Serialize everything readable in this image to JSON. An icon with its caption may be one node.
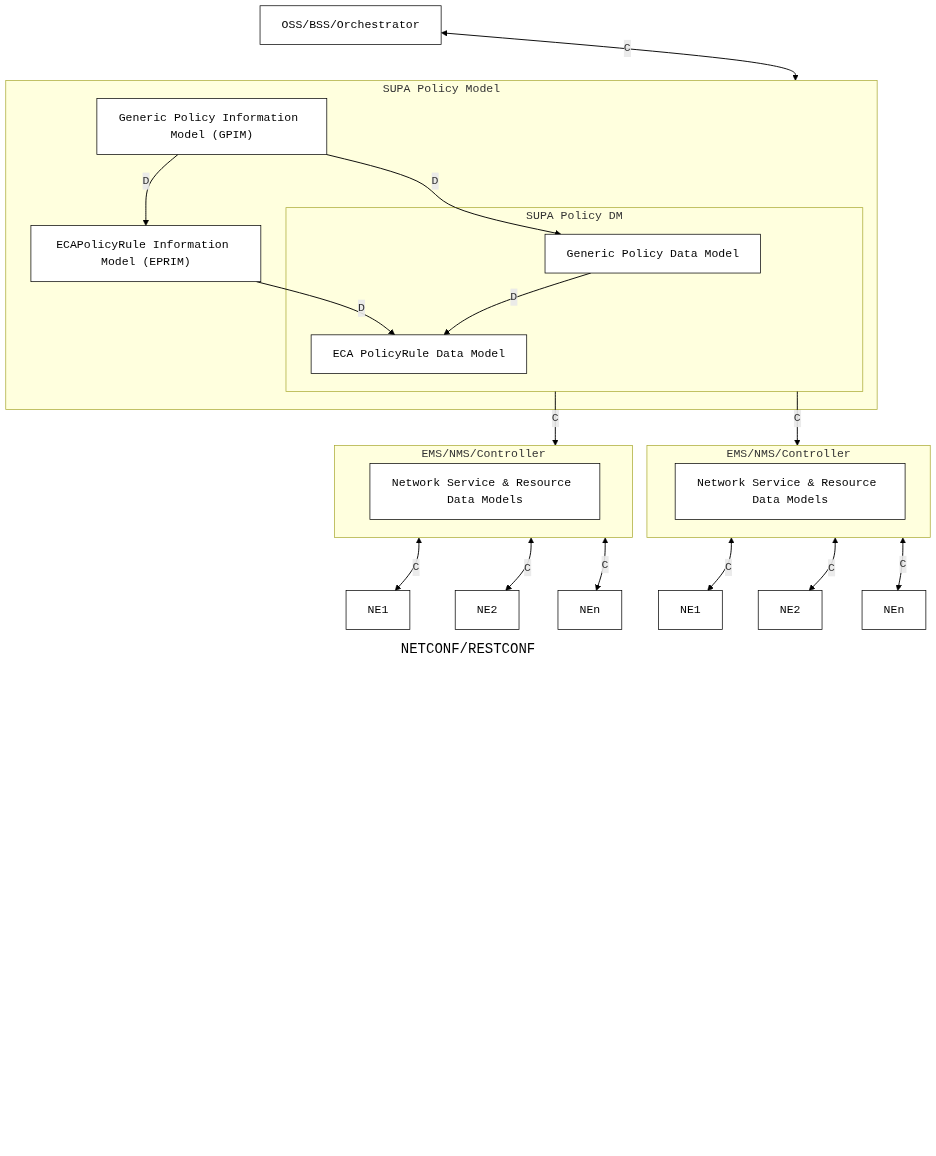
{
  "diagram": {
    "nodes": [
      {
        "text": [
          "OSS/BSS/Orchestrator"
        ]
      },
      {
        "text": [
          "SUPA Policy Model"
        ]
      },
      {
        "text": [
          "Generic Policy Information Model (GPIM)"
        ],
        "in": 1
      },
      {
        "text": [
          "ECAPolicyRule Information Model (EPRIM)"
        ],
        "in": 1
      },
      {
        "text": [
          "SUPA Policy DM"
        ],
        "in": 1
      },
      {
        "text": [
          "Generic Policy Data Model"
        ],
        "in": 4
      },
      {
        "text": [
          "ECA PolicyRule Data Model"
        ],
        "in": 4
      },
      {
        "text": [
          "EMS/NMS/Controller"
        ]
      },
      {
        "text": [
          "Network Service & Resource Data Models"
        ],
        "in": 7
      },
      {
        "text": [
          "EMS/NMS/Controller"
        ]
      },
      {
        "text": [
          "Network Service & Resource Data Models"
        ],
        "in": 9
      },
      {
        "text": [
          "NE1"
        ]
      },
      {
        "text": [
          "NE2"
        ]
      },
      {
        "text": [
          "NEn"
        ]
      },
      {
        "text": [
          "NE1"
        ]
      },
      {
        "text": [
          "NE2"
        ]
      },
      {
        "text": [
          "NEn"
        ]
      }
    ],
    "edges": [
      {
        "from": 0,
        "to": 1,
        "arrow": "both",
        "label": "C"
      },
      {
        "from": 2,
        "to": 3,
        "arrow": "to",
        "label": "D"
      },
      {
        "from": 2,
        "to": 5,
        "arrow": "to",
        "label": "D"
      },
      {
        "from": 3,
        "to": 6,
        "arrow": "to",
        "label": "D"
      },
      {
        "from": 5,
        "to": 6,
        "arrow": "to",
        "label": "D"
      },
      {
        "from": 4,
        "to": 7,
        "arrow": "to",
        "label": "C"
      },
      {
        "from": 4,
        "to": 9,
        "arrow": "to",
        "label": "C"
      },
      {
        "from": 7,
        "to": 11,
        "arrow": "both",
        "label": "C"
      },
      {
        "from": 7,
        "to": 12,
        "arrow": "both",
        "label": "C"
      },
      {
        "from": 7,
        "to": 13,
        "arrow": "both",
        "label": "C"
      },
      {
        "from": 9,
        "to": 14,
        "arrow": "both",
        "label": "C"
      },
      {
        "from": 9,
        "to": 15,
        "arrow": "both",
        "label": "C"
      },
      {
        "from": 9,
        "to": 16,
        "arrow": "both",
        "label": "C"
      }
    ],
    "labels": [
      "NETCONF/RESTCONF"
    ]
  }
}
